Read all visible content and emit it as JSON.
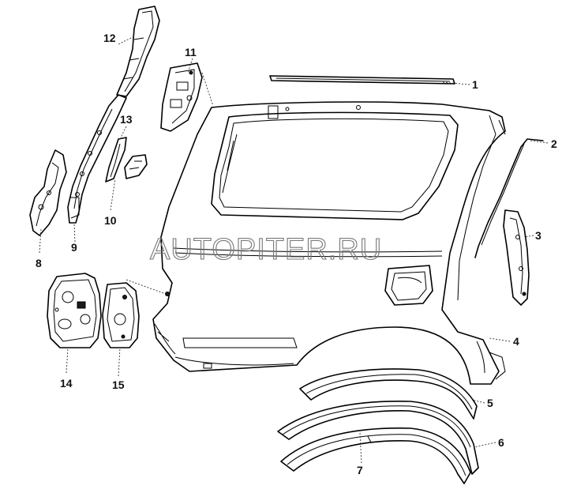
{
  "watermark": "AUTOPITER.RU",
  "callouts": [
    {
      "id": "1",
      "label": "1"
    },
    {
      "id": "2",
      "label": "2"
    },
    {
      "id": "3",
      "label": "3"
    },
    {
      "id": "4",
      "label": "4"
    },
    {
      "id": "5",
      "label": "5"
    },
    {
      "id": "6",
      "label": "6"
    },
    {
      "id": "7",
      "label": "7"
    },
    {
      "id": "8",
      "label": "8"
    },
    {
      "id": "9",
      "label": "9"
    },
    {
      "id": "10",
      "label": "10"
    },
    {
      "id": "11",
      "label": "11"
    },
    {
      "id": "12",
      "label": "12"
    },
    {
      "id": "13",
      "label": "13"
    },
    {
      "id": "14",
      "label": "14"
    },
    {
      "id": "15",
      "label": "15"
    }
  ]
}
